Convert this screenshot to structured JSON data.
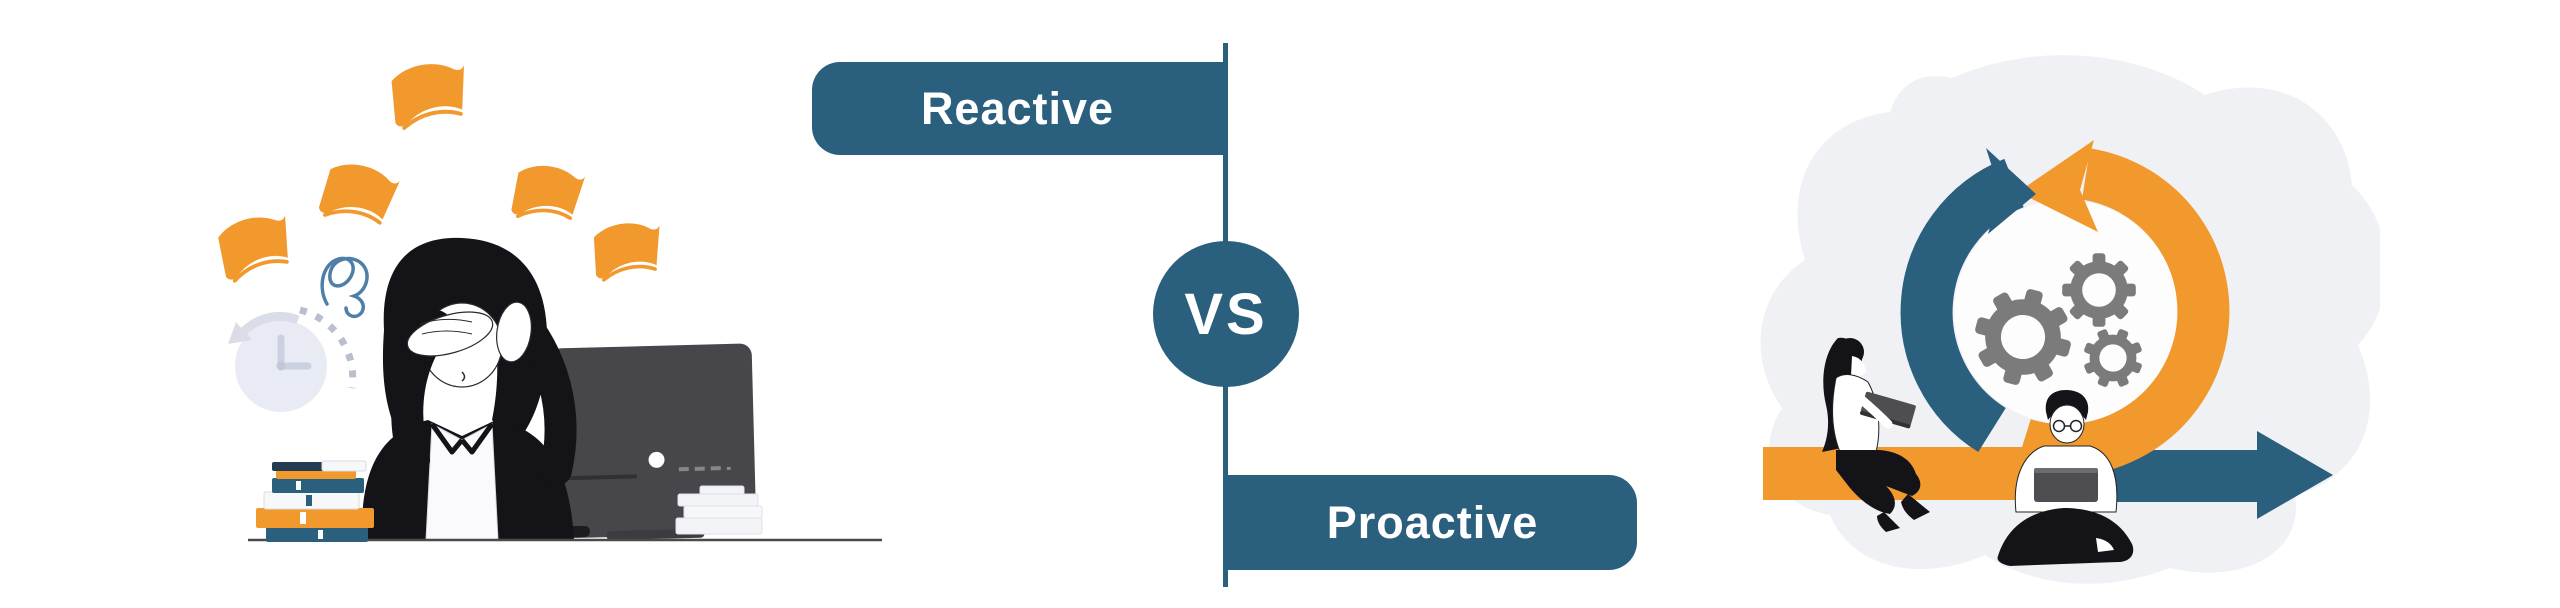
{
  "comparison": {
    "left_label": "Reactive",
    "vs_label": "VS",
    "right_label": "Proactive"
  },
  "colors": {
    "teal": "#2A5F7D",
    "orange": "#F2992E",
    "figure_dark": "#141418",
    "monitor_gray": "#47474B",
    "gear_gray": "#7B7B7B",
    "blob_gray": "#EFF1F4",
    "clock_gray": "#E9EBF4"
  },
  "scenes": {
    "left": {
      "label": "reactive-stressed-worker",
      "icons": [
        "flying-paper-icon",
        "stress-scribble-icon",
        "wall-clock-icon",
        "stressed-woman-figure",
        "desktop-monitor-icon",
        "book-stack-icon",
        "desk-line"
      ]
    },
    "right": {
      "label": "proactive-agile-sprint-cycle",
      "icons": [
        "background-blob",
        "sprint-cycle-arrows-icon",
        "timeline-arrow-icon",
        "gears-icon",
        "woman-laptop-figure",
        "man-laptop-figure"
      ]
    }
  }
}
